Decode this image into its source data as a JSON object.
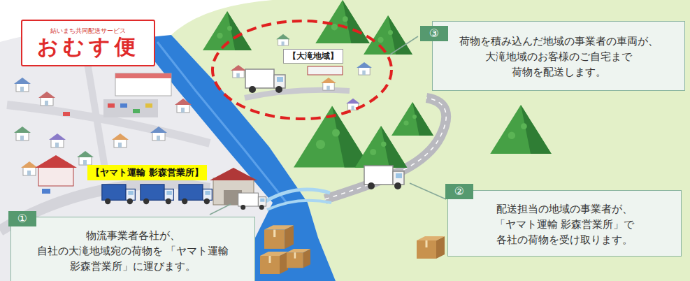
{
  "diagram": {
    "nodes": [
      {
        "text": [
          "結いまち共同配送サービス",
          "おむす便"
        ]
      },
      {
        "text": [
          "【大滝地域】"
        ]
      },
      {
        "text": [
          "③",
          "荷物を積み込んだ地域の事業者の車両が、 大滝地域のお客様のご自宅まで 荷物を配送します。"
        ]
      },
      {
        "text": [
          "【ヤマト運輸 影森営業所】"
        ]
      },
      {
        "text": [
          "②",
          "配送担当の地域の事業者が、 「ヤマト運輸 影森営業所」で 各社の荷物を受け取ります。"
        ]
      },
      {
        "text": [
          "①",
          "物流事業者各社が、 自社の大滝地域宛の荷物を 「ヤマト運輸 影森営業所」に運びます。"
        ]
      }
    ]
  }
}
